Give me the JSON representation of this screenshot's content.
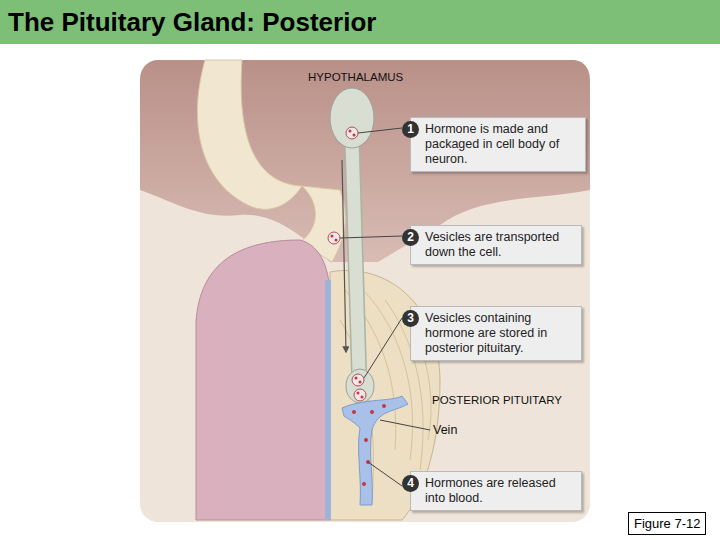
{
  "diagram": {
    "title": "The Pituitary Gland: Posterior",
    "caption": "Figure 7-12",
    "nodes": [
      {
        "text": [
          "1",
          "Hormone is made and packaged in cell body of neuron."
        ]
      },
      {
        "text": [
          "2",
          "Vesicles are transported down the cell."
        ]
      },
      {
        "text": [
          "3",
          "Vesicles containing hormone are stored in posterior pituitary."
        ]
      },
      {
        "text": [
          "4",
          "Hormones are released into blood."
        ]
      }
    ],
    "labels": [
      "HYPOTHALAMUS",
      "POSTERIOR PITUITARY",
      "Vein"
    ]
  }
}
